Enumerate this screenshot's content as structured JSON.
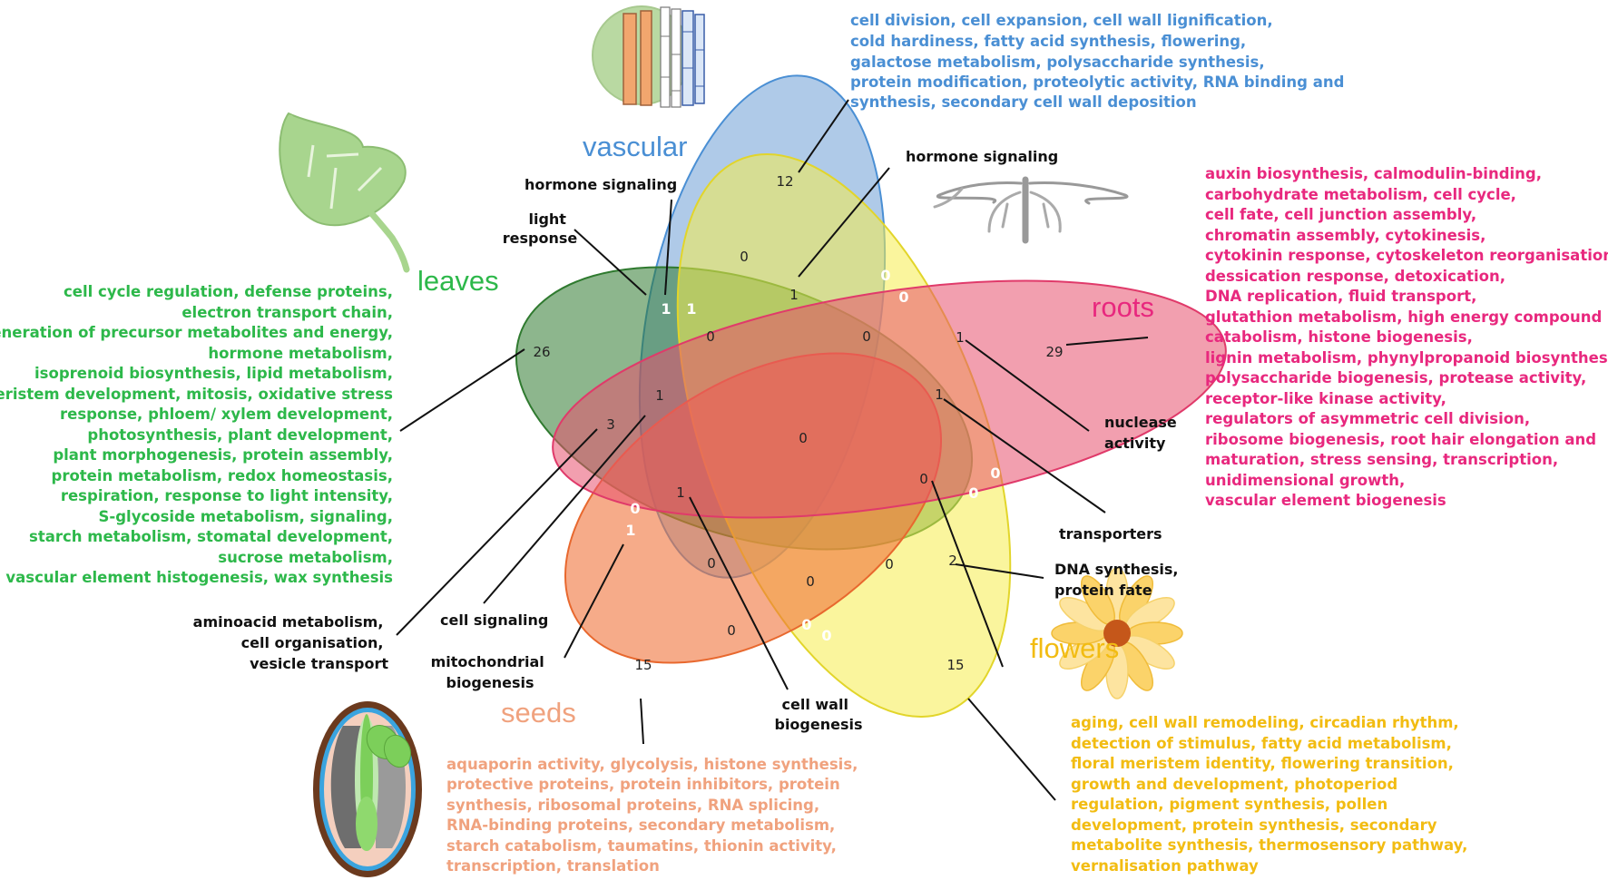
{
  "sets": {
    "vascular": {
      "title": "vascular",
      "color": "#4a8fd4",
      "lines": [
        "cell division, cell expansion, cell wall lignification,",
        "cold hardiness, fatty acid synthesis, flowering,",
        "galactose metabolism, polysaccharide synthesis,",
        "protein modification, proteolytic activity, RNA binding and",
        "synthesis, secondary cell wall deposition"
      ]
    },
    "roots": {
      "title": "roots",
      "color": "#e8287e",
      "lines": [
        "auxin biosynthesis, calmodulin-binding,",
        "carbohydrate metabolism, cell cycle,",
        "cell fate, cell junction assembly,",
        "chromatin assembly, cytokinesis,",
        "cytokinin response, cytoskeleton reorganisation,",
        "dessication response, detoxication,",
        "DNA replication, fluid transport,",
        "glutathion metabolism, high energy compound",
        "catabolism, histone biogenesis,",
        "lignin metabolism, phynylpropanoid biosynthesis,",
        "polysaccharide biogenesis, protease activity,",
        "receptor-like kinase activity,",
        "regulators of asymmetric cell division,",
        "ribosome biogenesis, root hair elongation and",
        "maturation, stress sensing, transcription,",
        "unidimensional growth,",
        "vascular element biogenesis"
      ]
    },
    "leaves": {
      "title": "leaves",
      "color": "#2db84a",
      "lines": [
        "cell cycle regulation, defense proteins,",
        "electron transport chain,",
        "generation of precursor metabolites and energy,",
        "hormone metabolism,",
        "isoprenoid biosynthesis, lipid metabolism,",
        "meristem development, mitosis, oxidative stress",
        "response, phloem/ xylem development,",
        "photosynthesis, plant development,",
        "plant morphogenesis, protein assembly,",
        "protein metabolism, redox homeostasis,",
        "respiration, response to light intensity,",
        "S-glycoside metabolism, signaling,",
        "starch metabolism, stomatal development,",
        "sucrose metabolism,",
        "vascular element histogenesis, wax synthesis"
      ]
    },
    "flowers": {
      "title": "flowers",
      "color": "#f2bc12",
      "lines": [
        "aging, cell wall remodeling, circadian rhythm,",
        "detection of stimulus, fatty acid metabolism,",
        "floral meristem identity, flowering transition,",
        "growth and development, photoperiod",
        "regulation, pigment synthesis, pollen",
        "development, protein synthesis, secondary",
        "metabolite synthesis, thermosensory pathway,",
        "vernalisation pathway"
      ]
    },
    "seeds": {
      "title": "seeds",
      "color": "#f0a27e",
      "lines": [
        "aquaporin activity, glycolysis, histone synthesis,",
        "protective proteins, protein inhibitors, protein",
        "synthesis, ribosomal proteins, RNA splicing,",
        "RNA-binding proteins, secondary metabolism,",
        "starch catabolism, taumatins, thionin activity,",
        "transcription, translation"
      ]
    }
  },
  "callouts": {
    "hormone_signaling_left": "hormone signaling",
    "light_response": [
      "light",
      "response"
    ],
    "hormone_signaling_right": "hormone signaling",
    "nuclease_activity": [
      "nuclease",
      "activity"
    ],
    "transporters": "transporters",
    "dna_synthesis": [
      "DNA synthesis,",
      "protein fate"
    ],
    "aminoacid": [
      "aminoacid metabolism,",
      "cell organisation,",
      "vesicle transport"
    ],
    "cell_signaling": "cell signaling",
    "mitochondrial": [
      "mitochondrial",
      "biogenesis"
    ],
    "cell_wall": [
      "cell wall",
      "biogenesis"
    ]
  },
  "counts": {
    "vascular_only": "12",
    "roots_only": "29",
    "leaves_only": "26",
    "flowers_only": "15",
    "seeds_only": "15",
    "c_vf": "0",
    "c_vfr_top": "1",
    "c_vr_a": "0",
    "c_vr_b": "0",
    "c_lv_a": "1",
    "c_lv_b": "1",
    "c_inner_left": "0",
    "c_inner_right": "0",
    "c_roots_nuc": "1",
    "c_roots_trans": "1",
    "c_left_mid": "1",
    "c_left_low": "3",
    "c_center": "0",
    "c_right_mid": "0",
    "c_rf_a": "0",
    "c_rf_b": "0",
    "c_seed_mid": "1",
    "c_ls_a": "0",
    "c_ls_b": "1",
    "c_low1": "0",
    "c_low2": "0",
    "c_low3": "0",
    "c_low4": "0",
    "c_fl_dna": "2",
    "c_fs_a": "0",
    "c_fs_b": "0"
  }
}
